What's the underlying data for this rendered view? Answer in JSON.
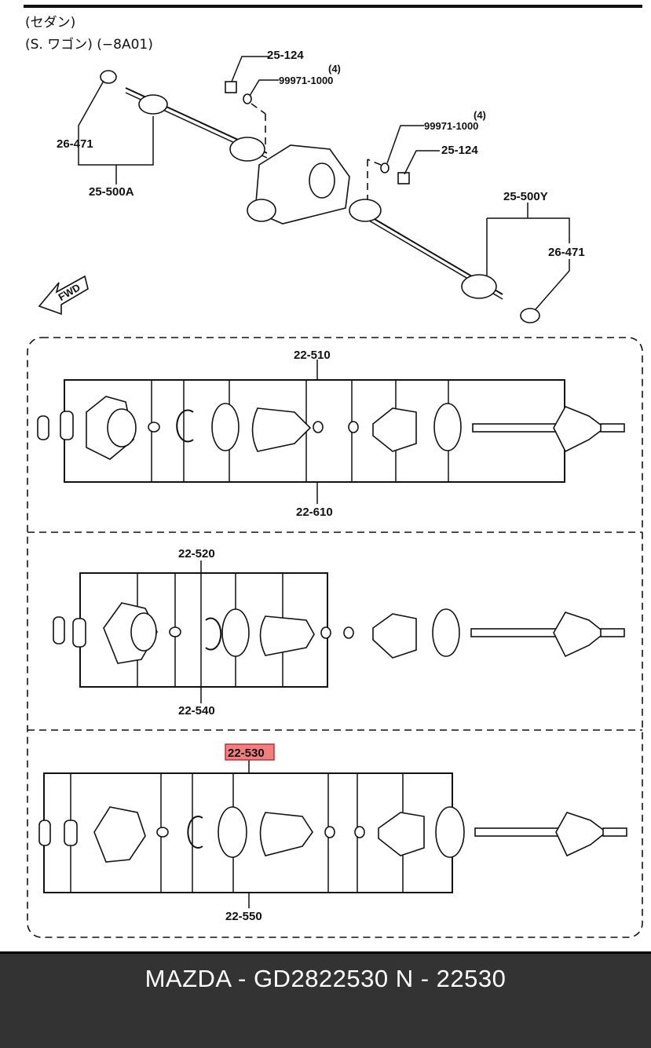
{
  "header": {
    "line1": "(セダン)",
    "line2": "(S. ワゴン) (−8A01)"
  },
  "overview_labels": {
    "nut_left": "25-124",
    "washer_left_qty": "(4)",
    "washer_left": "99971-1000",
    "bearing_left": "26-471",
    "shaft_left": "25-500A",
    "washer_right_qty": "(4)",
    "washer_right": "99971-1000",
    "nut_right": "25-124",
    "shaft_right": "25-500Y",
    "bearing_right": "26-471",
    "fwd": "FWD"
  },
  "kit1": {
    "top": "22-510",
    "bottom": "22-610"
  },
  "kit2": {
    "top": "22-520",
    "bottom": "22-540"
  },
  "kit3": {
    "top": "22-530",
    "bottom": "22-550",
    "highlight_color": "#f08080"
  },
  "footer": {
    "text": "MAZDA - GD2822530    N - 22530",
    "background": "#333333",
    "color": "#ffffff"
  }
}
